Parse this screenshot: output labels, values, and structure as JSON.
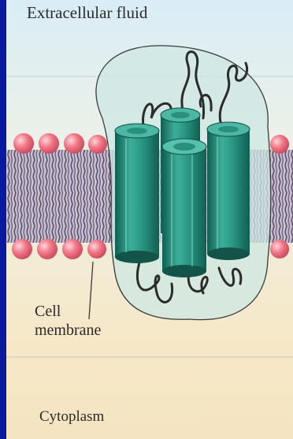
{
  "labels": {
    "extracellular": "Extracellular fluid",
    "cell_line1": "Cell",
    "cell_line2": "membrane",
    "cytoplasm": "Cytoplasm"
  },
  "colors": {
    "frame": "#0a1a9e",
    "background": "#f4e7c7",
    "head": "#ee6f7e",
    "tail": "#6e5e7e",
    "protein": "#2e9a86",
    "protein_dark": "#16685a",
    "envelope": "#d2e8e3",
    "loop": "#2b2b2b"
  },
  "icons": [
    "phospholipid-head-icon",
    "protein-helix-icon",
    "envelope-outline-icon"
  ]
}
